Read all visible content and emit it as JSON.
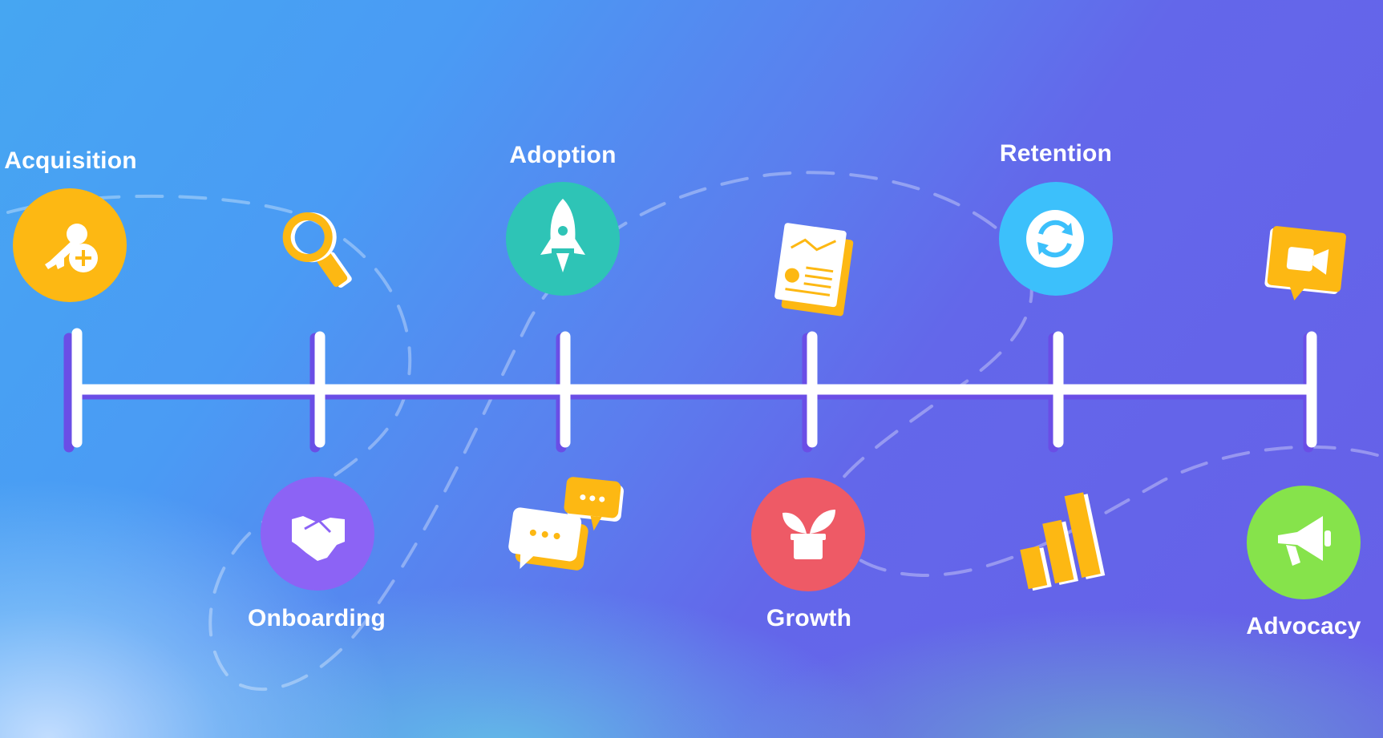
{
  "stages": [
    {
      "id": "acquisition",
      "label": "Acquisition",
      "icon": "key-plus-icon",
      "color": "#fdb813"
    },
    {
      "id": "onboarding",
      "label": "Onboarding",
      "icon": "handshake-icon",
      "color": "#8c63f5"
    },
    {
      "id": "adoption",
      "label": "Adoption",
      "icon": "rocket-icon",
      "color": "#2ec4b6"
    },
    {
      "id": "growth",
      "label": "Growth",
      "icon": "plant-icon",
      "color": "#ee5a66"
    },
    {
      "id": "retention",
      "label": "Retention",
      "icon": "refresh-icon",
      "color": "#3cc0fb"
    },
    {
      "id": "advocacy",
      "label": "Advocacy",
      "icon": "megaphone-icon",
      "color": "#86e34b"
    }
  ],
  "decorations": [
    {
      "icon": "magnifier-icon",
      "color": "#fdb813"
    },
    {
      "icon": "chat-bubbles-icon",
      "color": "#fdb813"
    },
    {
      "icon": "report-icon",
      "color": "#fdb813"
    },
    {
      "icon": "bar-chart-icon",
      "color": "#fdb813"
    },
    {
      "icon": "video-camera-icon",
      "color": "#fdb813"
    }
  ],
  "colors": {
    "timeline": "#ffffff",
    "timeline_shadow": "#6a4ee6",
    "path": "rgba(255,255,255,0.35)"
  }
}
